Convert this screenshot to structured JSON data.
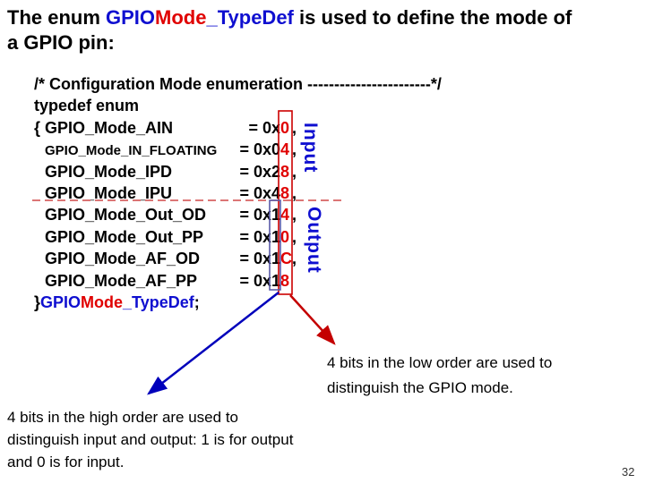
{
  "title": {
    "line1": {
      "black1": "The enum ",
      "blue1": "GPIO",
      "red1": "Mode",
      "blue2": "_TypeDef",
      "black2": " is used to define the mode of"
    },
    "line2": "a GPIO pin:"
  },
  "code": {
    "comment": "/* Configuration Mode enumeration -----------------------*/",
    "typedef_line": "typedef enum",
    "rows": [
      {
        "name": "{ GPIO_Mode_AIN",
        "pre": "= 0x",
        "red": "0",
        "suf": ","
      },
      {
        "name": "GPIO_Mode_IN_FLOATING",
        "pre": "= 0x0",
        "red": "4",
        "suf": ","
      },
      {
        "name": "GPIO_Mode_IPD",
        "pre": "= 0x2",
        "red": "8",
        "suf": ","
      },
      {
        "name": "GPIO_Mode_IPU",
        "pre": "= 0x4",
        "red": "8",
        "suf": ","
      },
      {
        "name": "GPIO_Mode_Out_OD",
        "pre": "= 0x1",
        "red": "4",
        "suf": ","
      },
      {
        "name": "GPIO_Mode_Out_PP",
        "pre": "= 0x1",
        "red": "0",
        "suf": ","
      },
      {
        "name": "GPIO_Mode_AF_OD",
        "pre": "= 0x1",
        "red": "C",
        "suf": ","
      },
      {
        "name": "GPIO_Mode_AF_PP",
        "pre": "= 0x1",
        "red": "8",
        "suf": ""
      }
    ],
    "closing": {
      "brace": "}",
      "blue1": "GPIO",
      "red1": "Mode",
      "blue2": "_TypeDef",
      "semi": ";"
    }
  },
  "labels": {
    "input": "Input",
    "output": "Output"
  },
  "annotations": {
    "low_order": "4 bits in the low order are used to distinguish the GPIO mode.",
    "high_order": "4 bits in the high order are used to distinguish input and output: 1 is for output and 0 is for input."
  },
  "page_number": "32",
  "colors": {
    "blue": "#0f0fd0",
    "red": "#e00000",
    "arrow_red": "#c40000",
    "arrow_blue": "#0000bb",
    "box_red": "#cc0000",
    "box_blue": "#5a5aa8",
    "dash_red": "#d04848"
  }
}
